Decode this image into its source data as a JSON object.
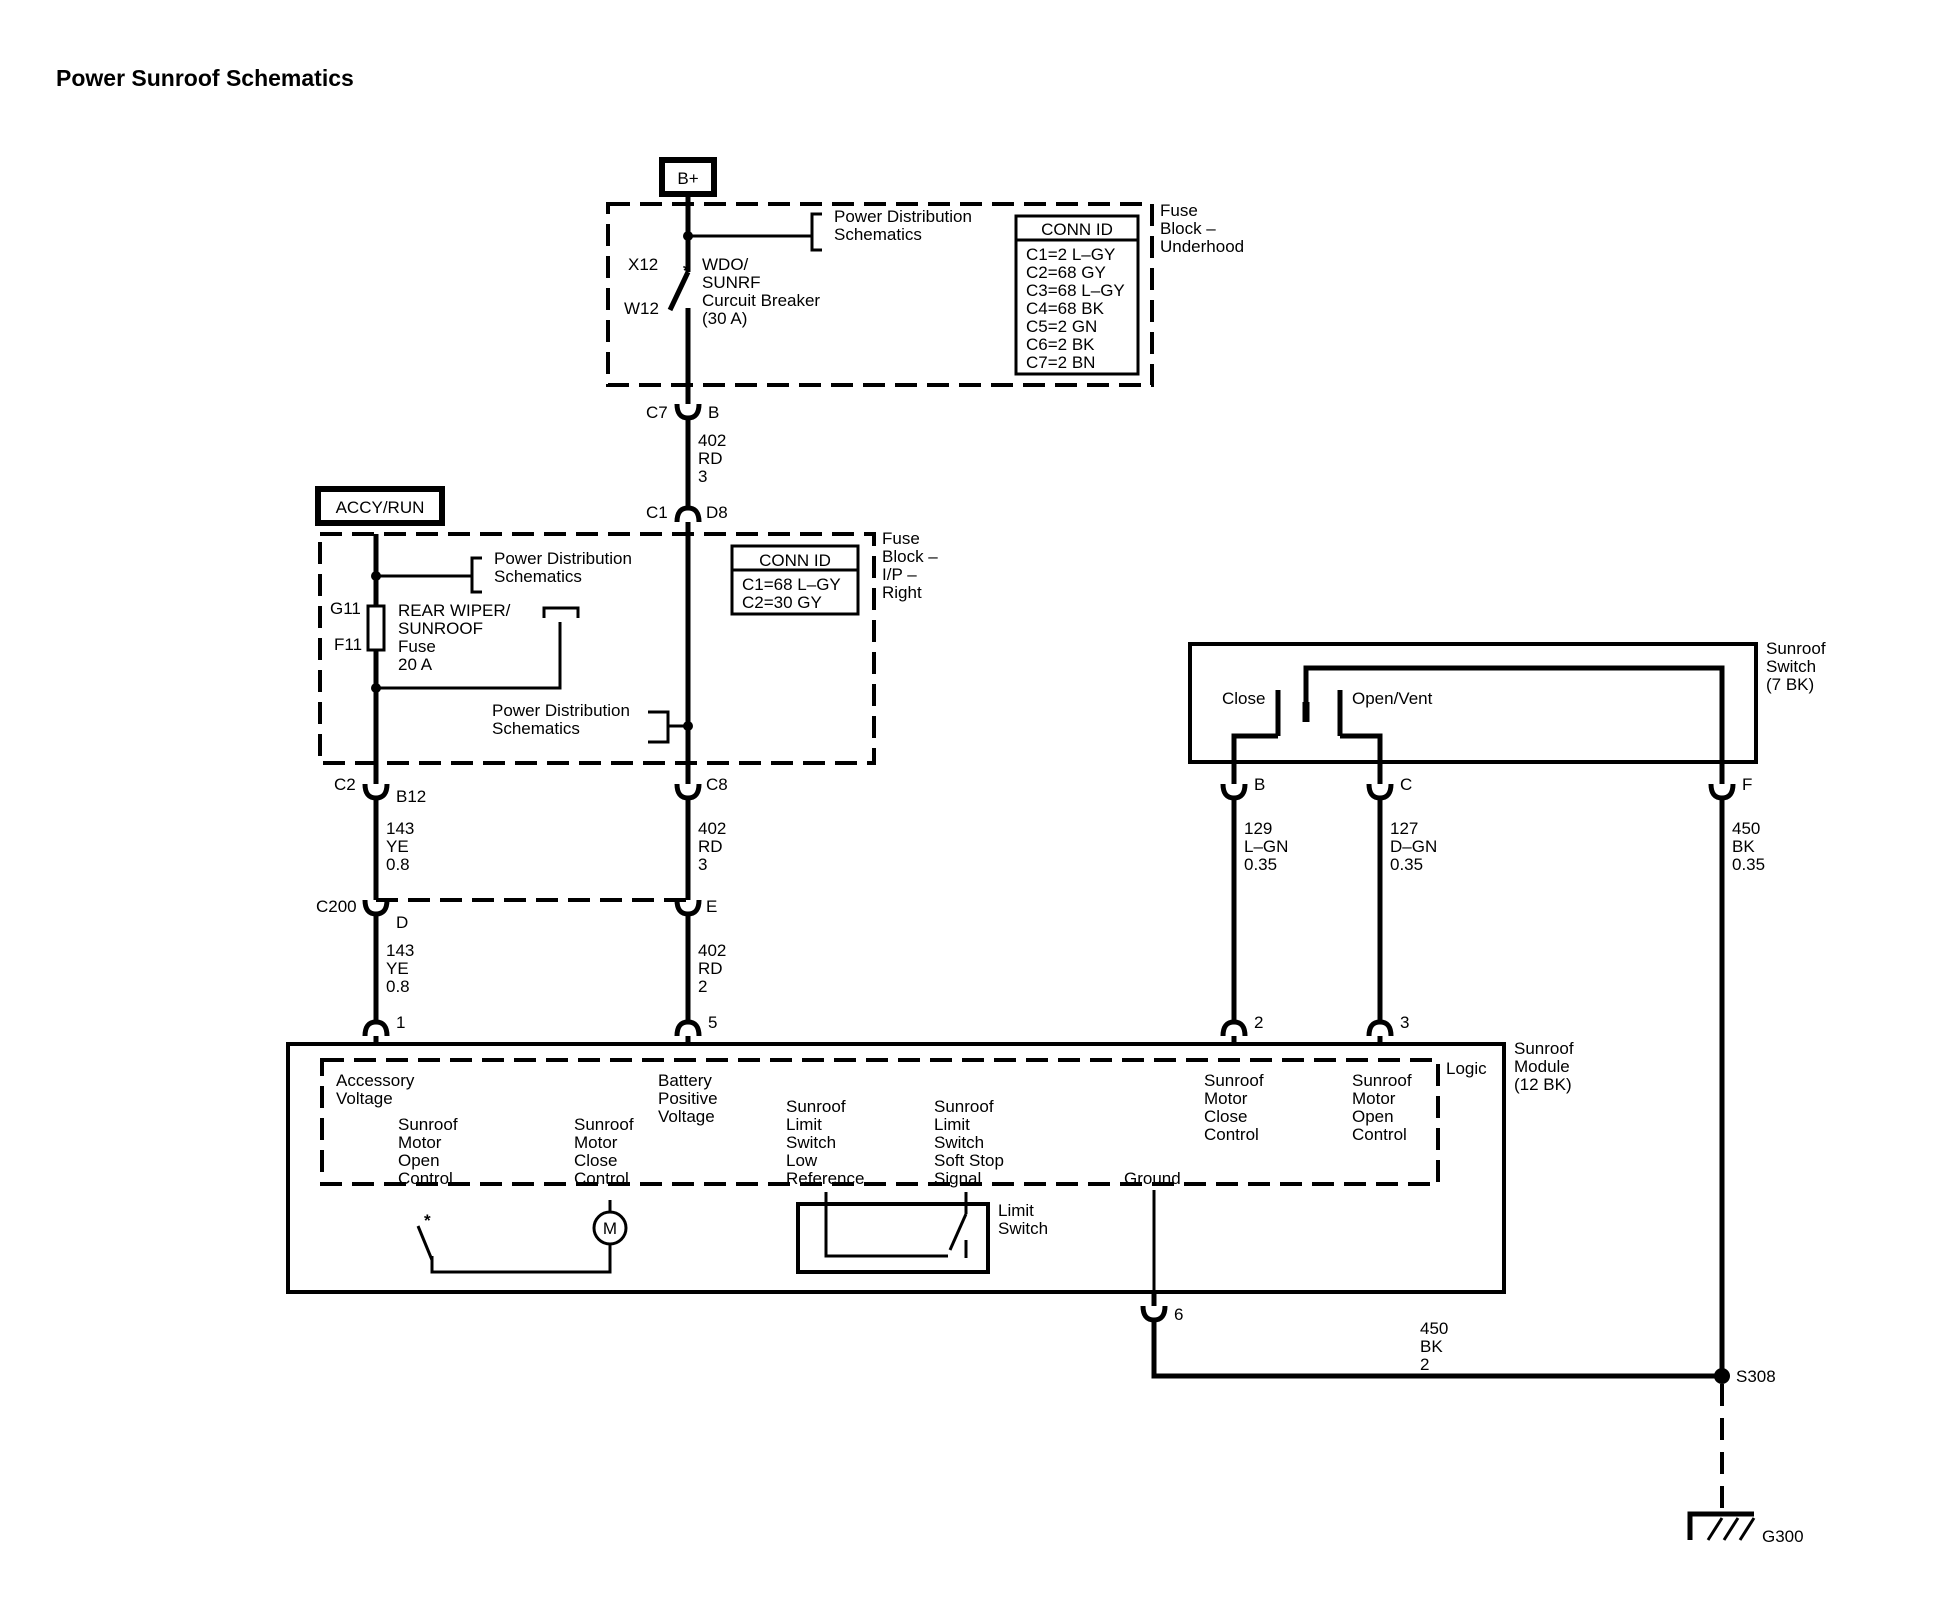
{
  "title": "Power Sunroof Schematics",
  "power_sources": {
    "battery": "B+",
    "accessory": "ACCY/RUN"
  },
  "fuse_block_underhood": {
    "name": [
      "Fuse",
      "Block –",
      "Underhood"
    ],
    "power_dist": [
      "Power Distribution",
      "Schematics"
    ],
    "breaker_pins": [
      "X12",
      "W12"
    ],
    "breaker": [
      "WDO/",
      "SUNRF",
      "Curcuit Breaker",
      "(30 A)"
    ],
    "conn_title": "CONN ID",
    "conn_ids": [
      "C1=2 L–GY",
      "C2=68 GY",
      "C3=68 L–GY",
      "C4=68 BK",
      "C5=2 GN",
      "C6=2 BK",
      "C7=2 BN"
    ]
  },
  "fuse_block_ip": {
    "name": [
      "Fuse",
      "Block –",
      "I/P –",
      "Right"
    ],
    "power_dist_top": [
      "Power Distribution",
      "Schematics"
    ],
    "power_dist_bottom": [
      "Power Distribution",
      "Schematics"
    ],
    "fuse_pins": [
      "G11",
      "F11"
    ],
    "fuse": [
      "REAR WIPER/",
      "SUNROOF",
      "Fuse",
      "20 A"
    ],
    "conn_title": "CONN ID",
    "conn_ids": [
      "C1=68 L–GY",
      "C2=30 GY"
    ]
  },
  "connectors": {
    "c7": "C7",
    "c7_pin": "B",
    "c1": "C1",
    "c1_pin": "D8",
    "c2": "C2",
    "c2_pin": "B12",
    "c8": "C8",
    "c200": "C200",
    "c200_pin_d": "D",
    "c200_pin_e": "E",
    "sw_b": "B",
    "sw_c": "C",
    "sw_f": "F",
    "mod_1": "1",
    "mod_5": "5",
    "mod_2": "2",
    "mod_3": "3",
    "mod_6": "6"
  },
  "wires": {
    "w402_top": [
      "402",
      "RD",
      "3"
    ],
    "w143_upper": [
      "143",
      "YE",
      "0.8"
    ],
    "w402_mid": [
      "402",
      "RD",
      "3"
    ],
    "w143_lower": [
      "143",
      "YE",
      "0.8"
    ],
    "w402_lower": [
      "402",
      "RD",
      "2"
    ],
    "w129": [
      "129",
      "L–GN",
      "0.35"
    ],
    "w127": [
      "127",
      "D–GN",
      "0.35"
    ],
    "w450_sw": [
      "450",
      "BK",
      "0.35"
    ],
    "w450_gnd": [
      "450",
      "BK",
      "2"
    ]
  },
  "sunroof_switch": {
    "name": [
      "Sunroof",
      "Switch",
      "(7 BK)"
    ],
    "close": "Close",
    "open_vent": "Open/Vent"
  },
  "sunroof_module": {
    "name": [
      "Sunroof",
      "Module",
      "(12 BK)"
    ],
    "logic": "Logic",
    "accessory_voltage": [
      "Accessory",
      "Voltage"
    ],
    "battery_voltage": [
      "Battery",
      "Positive",
      "Voltage"
    ],
    "motor_open_ctrl": [
      "Sunroof",
      "Motor",
      "Open",
      "Control"
    ],
    "motor_close_ctrl": [
      "Sunroof",
      "Motor",
      "Close",
      "Control"
    ],
    "limit_low_ref": [
      "Sunroof",
      "Limit",
      "Switch",
      "Low",
      "Reference"
    ],
    "limit_soft_stop": [
      "Sunroof",
      "Limit",
      "Switch",
      "Soft Stop",
      "Signal"
    ],
    "right_close_ctrl": [
      "Sunroof",
      "Motor",
      "Close",
      "Control"
    ],
    "right_open_ctrl": [
      "Sunroof",
      "Motor",
      "Open",
      "Control"
    ],
    "ground": "Ground",
    "limit_switch": [
      "Limit",
      "Switch"
    ],
    "motor_symbol": "M"
  },
  "splice": "S308",
  "ground_point": "G300"
}
